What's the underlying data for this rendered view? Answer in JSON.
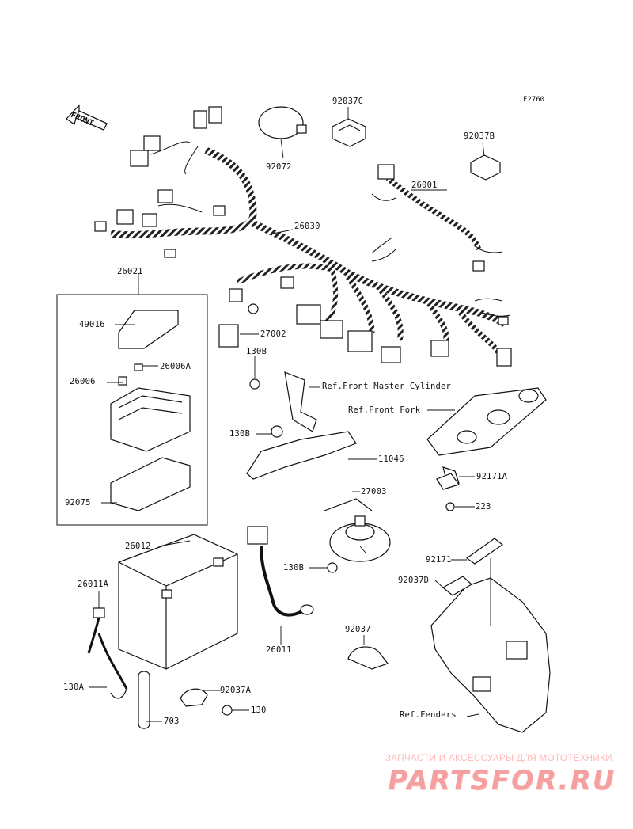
{
  "figure_code": "F2760",
  "front_label": "FRONT",
  "labels": {
    "p26001": "26001",
    "p26030": "26030",
    "p92072": "92072",
    "p92037C": "92037C",
    "p92037B": "92037B",
    "p26021": "26021",
    "p49016": "49016",
    "p26006A": "26006A",
    "p26006": "26006",
    "p92075": "92075",
    "p27002": "27002",
    "p130B_1": "130B",
    "p130B_2": "130B",
    "p130B_3": "130B",
    "ref_master_cylinder": "Ref.Front Master Cylinder",
    "ref_front_fork": "Ref.Front Fork",
    "p11046": "11046",
    "p27003": "27003",
    "p92171A": "92171A",
    "p223": "223",
    "p26012": "26012",
    "p26011A": "26011A",
    "p130A": "130A",
    "p703": "703",
    "p26011": "26011",
    "p92037": "92037",
    "p92037A": "92037A",
    "p130": "130",
    "p92171": "92171",
    "p92037D": "92037D",
    "ref_fenders": "Ref.Fenders"
  },
  "watermark": {
    "tagline": "ЗАПЧАСТИ И АКСЕССУАРЫ ДЛЯ МОТОТЕХНИКИ",
    "logo": "PARTSFOR.RU",
    "color": "#f5a0a0"
  }
}
